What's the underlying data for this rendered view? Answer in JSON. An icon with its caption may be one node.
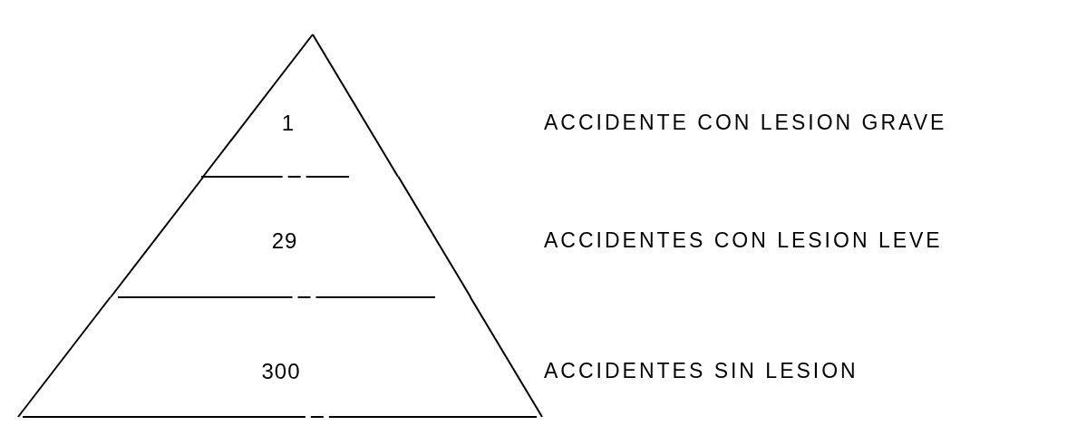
{
  "diagram": {
    "nodes": [
      {
        "text": [
          "1"
        ]
      },
      {
        "text": [
          "29"
        ]
      },
      {
        "text": [
          "300"
        ]
      }
    ],
    "labels": [
      "ACCIDENTE CON LESION GRAVE",
      "ACCIDENTES CON LESION LEVE",
      "ACCIDENTES SIN LESION"
    ]
  }
}
